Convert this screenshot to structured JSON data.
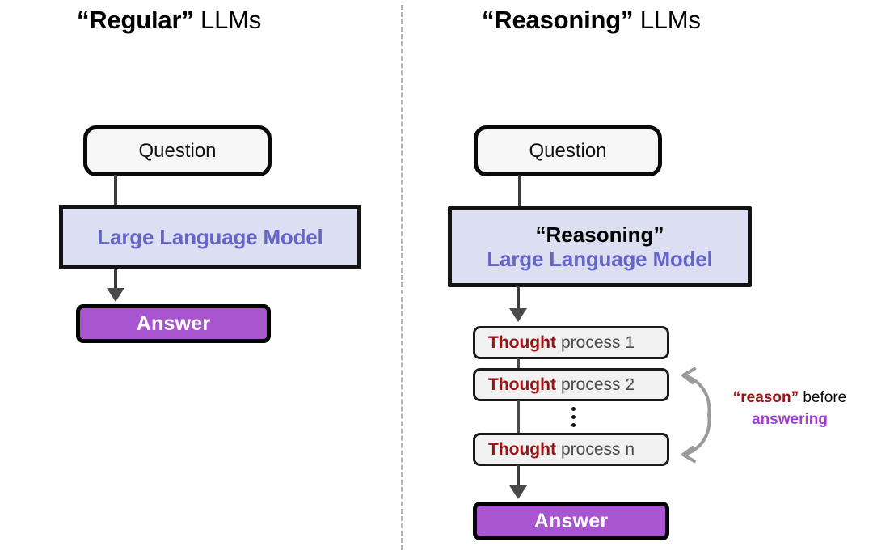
{
  "diagram": {
    "type": "flow-comparison",
    "background": "#ffffff",
    "colors": {
      "llm_text": "#6565c8",
      "llm_box_fill": "#dcdff1",
      "answer_fill": "#a855cf",
      "thought_word": "#9c1111",
      "process_word": "#4a4a4a",
      "answering_word": "#a03fd0",
      "border": "#0a0a0a",
      "divider": "#b3b3b3",
      "connector": "#4a4a4a"
    }
  },
  "left_panel": {
    "title": {
      "quoted": "“Regular”",
      "plain": " LLMs"
    },
    "question": "Question",
    "llm": {
      "prefix": "",
      "label": "Large Language Model"
    },
    "answer": "Answer"
  },
  "right_panel": {
    "title": {
      "quoted": "“Reasoning”",
      "plain": " LLMs"
    },
    "question": "Question",
    "llm": {
      "prefix": "“Reasoning”",
      "label": "Large Language Model"
    },
    "thoughts": [
      {
        "bold": "Thought",
        "rest": "process 1"
      },
      {
        "bold": "Thought",
        "rest": "process 2"
      },
      {
        "bold": "Thought",
        "rest": "process n"
      }
    ],
    "ellipsis": "⋮",
    "answer": "Answer",
    "annotation": {
      "quoted": "“reason”",
      "middle": " before",
      "highlight": "answering"
    }
  }
}
